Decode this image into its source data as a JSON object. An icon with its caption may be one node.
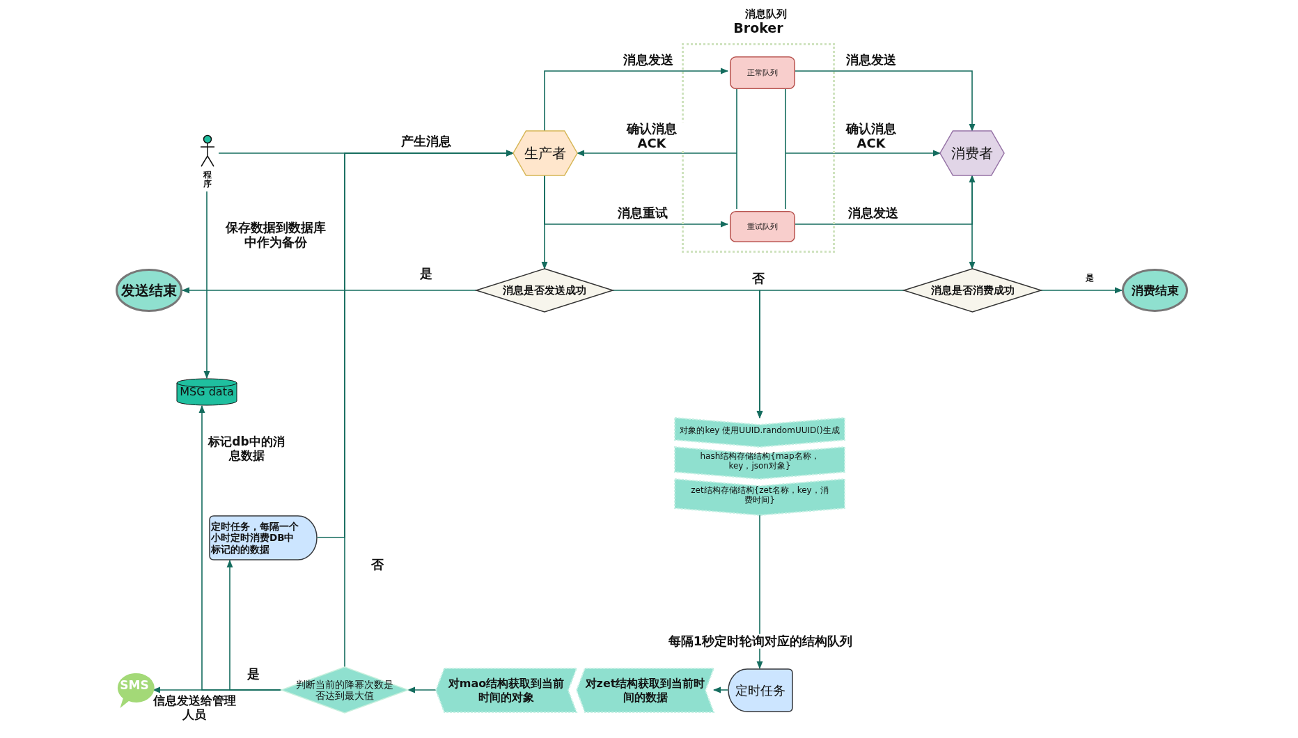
{
  "diagram": {
    "nodes": [
      {
        "text": [
          "程序"
        ]
      },
      {
        "text": [
          "生产者"
        ]
      },
      {
        "text": [
          "Broker"
        ]
      },
      {
        "text": [
          "正常队列"
        ],
        "in": 2
      },
      {
        "text": [
          "重试队列"
        ],
        "in": 2
      },
      {
        "text": [
          "消费者"
        ]
      },
      {
        "text": [
          "发送结束"
        ]
      },
      {
        "text": [
          "消息是否发送成功"
        ]
      },
      {
        "text": [
          "消息是否消费成功"
        ]
      },
      {
        "text": [
          "消费结束"
        ]
      },
      {
        "text": [
          "MSG data"
        ]
      },
      {
        "text": [
          "对象的key 使用UUID.randomUUID()生成"
        ]
      },
      {
        "text": [
          "hash结构存储结构{map名称，key，json对象}"
        ]
      },
      {
        "text": [
          "zet结构存储结构{zet名称，key，消费时间}"
        ]
      },
      {
        "text": [
          "定时任务"
        ]
      },
      {
        "text": [
          "对zet结构获取到当前时间的数据"
        ]
      },
      {
        "text": [
          "对mao结构获取到当前时间的对象"
        ]
      },
      {
        "text": [
          "判断当前的降幂次数是否达到最大值"
        ]
      },
      {
        "text": [
          "SMS"
        ],
        "beside": [
          "信息发送给管理人员"
        ]
      },
      {
        "text": [
          "定时任务，每隔一个小时定时消费DB中标记的的数据"
        ]
      }
    ],
    "edges": [
      {
        "from": 0,
        "to": 1,
        "arrow": "to",
        "label": "产生消息"
      },
      {
        "from": 1,
        "to": 3,
        "arrow": "to",
        "label": "消息发送"
      },
      {
        "from": null,
        "to": 1,
        "arrow": "to",
        "label": "确认消息 ACK"
      },
      {
        "from": 3,
        "to": 4,
        "arrow": "none"
      },
      {
        "from": 3,
        "to": 4,
        "arrow": "none"
      },
      {
        "from": null,
        "to": 5,
        "arrow": "to",
        "label": "确认消息 ACK"
      },
      {
        "from": 3,
        "to": 5,
        "arrow": "to",
        "label": "消息发送"
      },
      {
        "from": 1,
        "to": 4,
        "arrow": "to",
        "label": "消息重试"
      },
      {
        "from": 4,
        "to": 5,
        "arrow": "to",
        "label": "消息发送"
      },
      {
        "from": 1,
        "to": 7,
        "arrow": "to"
      },
      {
        "from": 5,
        "to": 8,
        "arrow": "to"
      },
      {
        "from": 7,
        "to": 6,
        "arrow": "to",
        "label": "是"
      },
      {
        "from": 7,
        "to": 11,
        "arrow": "to",
        "label": "否"
      },
      {
        "from": 8,
        "to": 11,
        "arrow": "to"
      },
      {
        "from": 8,
        "to": 9,
        "arrow": "to",
        "label": "是"
      },
      {
        "from": 0,
        "to": 10,
        "arrow": "to",
        "label": "保存数据到数据库中作为备份"
      },
      {
        "from": 13,
        "to": 14,
        "arrow": "to",
        "label": "每隔1秒定时轮询对应的结构队列"
      },
      {
        "from": 14,
        "to": 15,
        "arrow": "to"
      },
      {
        "from": 16,
        "to": 17,
        "arrow": "to"
      },
      {
        "from": 17,
        "to": 18,
        "arrow": "to",
        "label": "是"
      },
      {
        "from": 17,
        "to": 10,
        "arrow": "to",
        "label": "标记db中的消息数据"
      },
      {
        "from": 17,
        "to": 19,
        "arrow": "to"
      },
      {
        "from": 17,
        "to": 1,
        "arrow": "to",
        "label": "否"
      },
      {
        "from": 19,
        "to": 1,
        "arrow": "to"
      }
    ],
    "labels": [
      "消息队列"
    ]
  }
}
